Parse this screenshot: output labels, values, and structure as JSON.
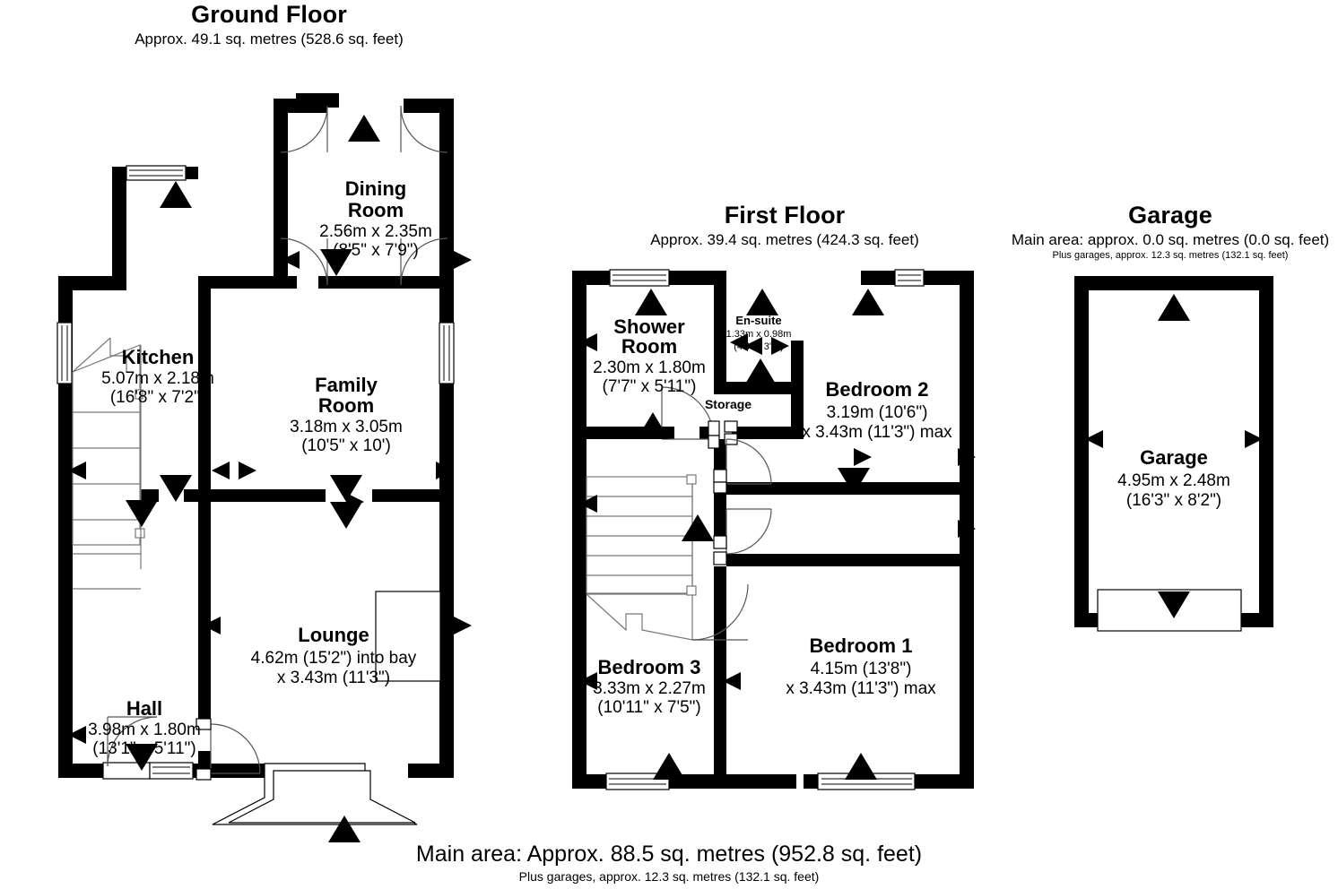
{
  "document": {
    "type": "floor-plan",
    "footer_main": "Main area: Approx. 88.5 sq. metres (952.8 sq. feet)",
    "footer_sub": "Plus garages, approx. 12.3 sq. metres (132.1 sq. feet)"
  },
  "ground_floor": {
    "title": "Ground Floor",
    "area": "Approx. 49.1 sq. metres (528.6 sq. feet)",
    "rooms": [
      {
        "name": "Dining",
        "name2": "Room",
        "dim_m": "2.56m x 2.35m",
        "dim_ft": "(8'5\" x 7'9\")"
      },
      {
        "name": "Kitchen",
        "dim_m": "5.07m x 2.18m",
        "dim_ft": "(16'8\" x 7'2\")"
      },
      {
        "name": "Family",
        "name2": "Room",
        "dim_m": "3.18m x 3.05m",
        "dim_ft": "(10'5\" x 10')"
      },
      {
        "name": "Lounge",
        "dim_m": "4.62m (15'2\") into bay",
        "dim_ft": "x 3.43m (11'3\")"
      },
      {
        "name": "Hall",
        "dim_m": "3.98m x 1.80m",
        "dim_ft": "(13'1\" x 5'11\")"
      }
    ]
  },
  "first_floor": {
    "title": "First Floor",
    "area": "Approx. 39.4 sq. metres (424.3 sq. feet)",
    "rooms": [
      {
        "name": "Shower",
        "name2": "Room",
        "dim_m": "2.30m x 1.80m",
        "dim_ft": "(7'7\" x 5'11\")"
      },
      {
        "name": "En-suite",
        "dim_m": "1.33m x 0.98m",
        "dim_ft": "(4'4\" x 3'2\")"
      },
      {
        "name": "Storage"
      },
      {
        "name": "Bedroom 2",
        "dim_m": "3.19m (10'6\")",
        "dim_ft": "x 3.43m (11'3\") max"
      },
      {
        "name": "Bedroom 1",
        "dim_m": "4.15m (13'8\")",
        "dim_ft": "x 3.43m (11'3\") max"
      },
      {
        "name": "Bedroom 3",
        "dim_m": "3.33m x 2.27m",
        "dim_ft": "(10'11\" x 7'5\")"
      }
    ]
  },
  "garage_floor": {
    "title": "Garage",
    "area": "Main area: approx. 0.0 sq. metres (0.0 sq. feet)",
    "area2": "Plus garages, approx. 12.3 sq. metres (132.1 sq. feet)",
    "rooms": [
      {
        "name": "Garage",
        "dim_m": "4.95m x 2.48m",
        "dim_ft": "(16'3\" x 8'2\")"
      }
    ]
  },
  "colors": {
    "wall": "#000000",
    "background": "#ffffff",
    "stair": "#777777",
    "door": "#555555"
  }
}
